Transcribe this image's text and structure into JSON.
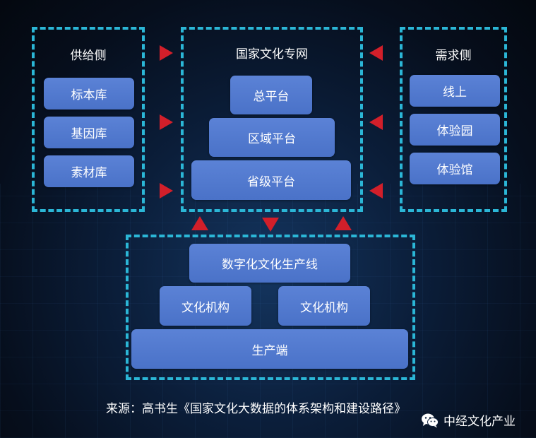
{
  "supply": {
    "title": "供给侧",
    "items": [
      "标本库",
      "基因库",
      "素材库"
    ]
  },
  "center": {
    "title": "国家文化专网",
    "items": [
      "总平台",
      "区域平台",
      "省级平台"
    ]
  },
  "demand": {
    "title": "需求侧",
    "items": [
      "线上",
      "体验园",
      "体验馆"
    ]
  },
  "production": {
    "line": "数字化文化生产线",
    "org_left": "文化机构",
    "org_right": "文化机构",
    "end": "生产端"
  },
  "source": "来源：高书生《国家文化大数据的体系架构和建设路径》",
  "brand": {
    "name": "中经文化产业",
    "icon": "wechat-icon"
  },
  "colors": {
    "dash_border": "#2bb6d6",
    "node_fill": "#4a72c8",
    "arrow": "#d21f2a"
  }
}
